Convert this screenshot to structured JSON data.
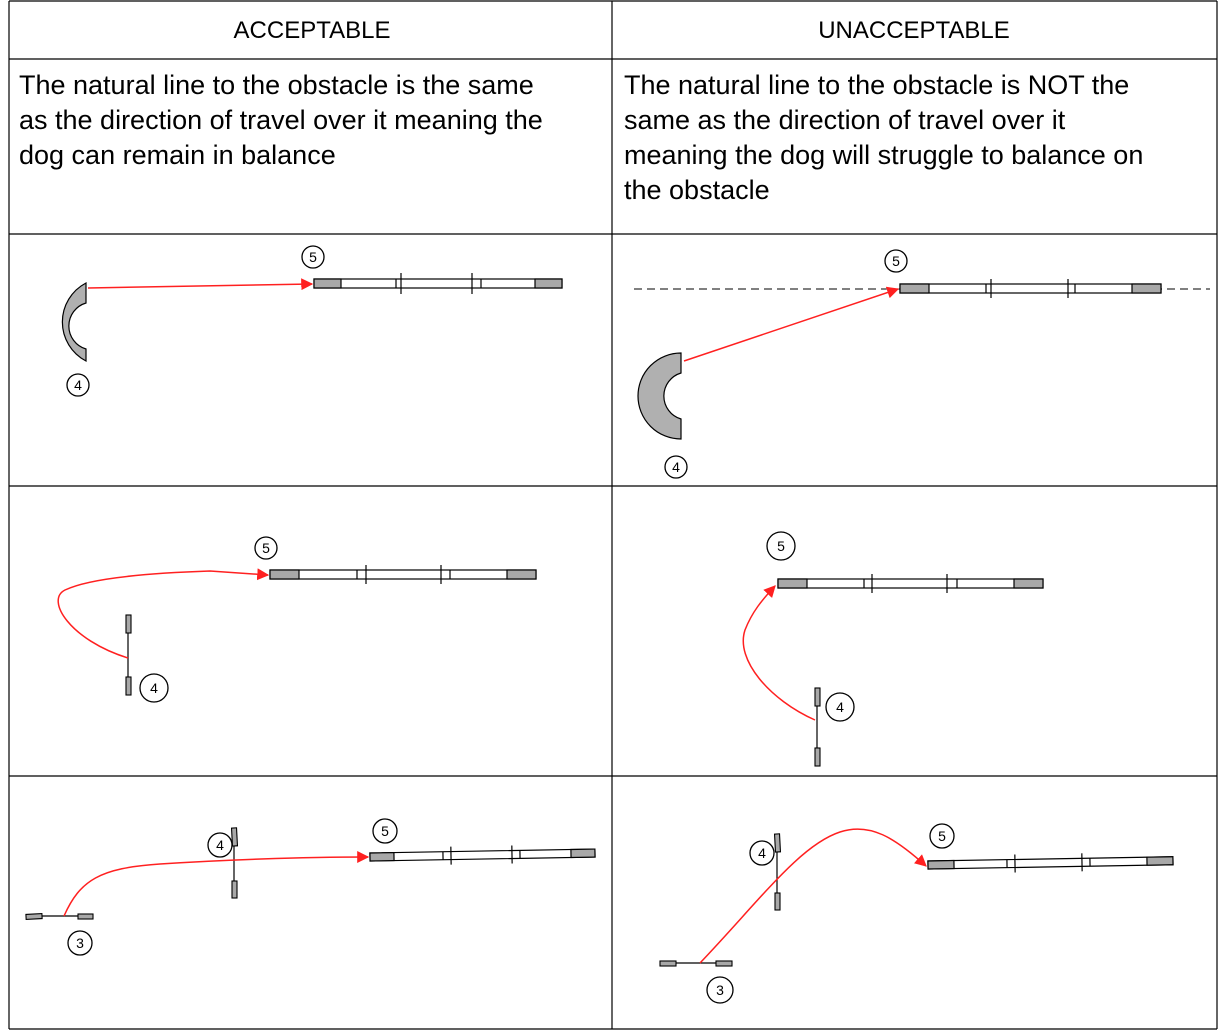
{
  "table": {
    "headers": [
      "ACCEPTABLE",
      "UNACCEPTABLE"
    ],
    "descriptions": {
      "acceptable": [
        "The natural line to the obstacle is the same",
        "as the direction of travel over it meaning the",
        "dog can remain in balance"
      ],
      "unacceptable": [
        "The natural line to the obstacle is NOT the",
        "same as the direction of travel over it",
        "meaning the dog will struggle to balance on",
        "the obstacle"
      ]
    }
  },
  "labels": {
    "n3": "3",
    "n4": "4",
    "n5": "5"
  },
  "colors": {
    "path": "#ff2020",
    "contact_zone": "#a8a8a8",
    "tunnel": "#b0b0b0"
  }
}
